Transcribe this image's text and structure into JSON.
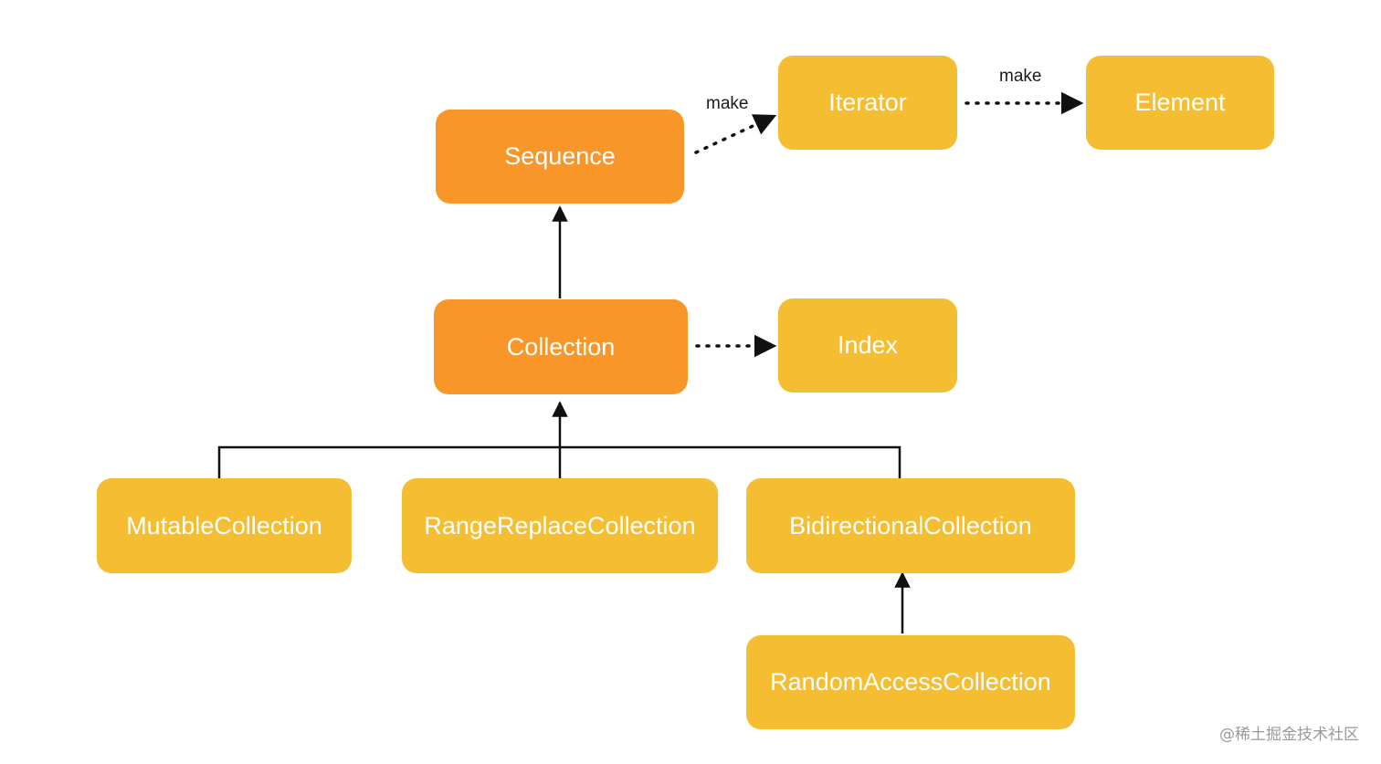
{
  "diagram": {
    "nodes": {
      "sequence": {
        "label": "Sequence"
      },
      "iterator": {
        "label": "Iterator"
      },
      "element": {
        "label": "Element"
      },
      "collection": {
        "label": "Collection"
      },
      "index": {
        "label": "Index"
      },
      "mutable_collection": {
        "label": "MutableCollection"
      },
      "range_replace_collection": {
        "label": "RangeReplaceCollection"
      },
      "bidirectional_collection": {
        "label": "BidirectionalCollection"
      },
      "random_access_collection": {
        "label": "RandomAccessCollection"
      }
    },
    "edge_labels": {
      "sequence_to_iterator": "make",
      "iterator_to_element": "make"
    },
    "colors": {
      "primary_node": "#f8962a",
      "secondary_node": "#f5bd31",
      "node_text": "#ffffff",
      "line": "#111111"
    }
  },
  "watermark": "@稀土掘金技术社区"
}
